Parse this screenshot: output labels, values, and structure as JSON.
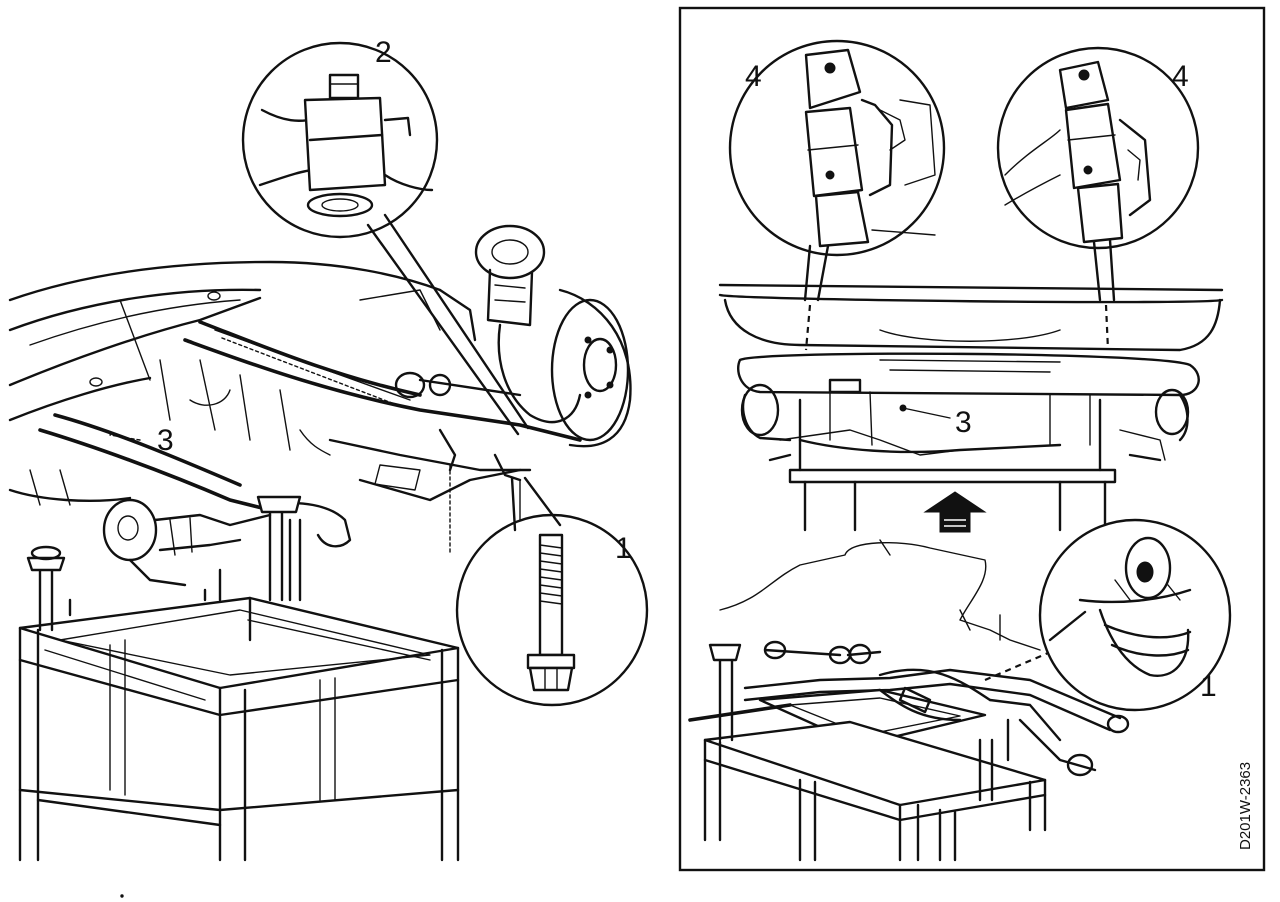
{
  "left_view": {
    "callouts": [
      "1",
      "2",
      "3"
    ]
  },
  "right_view": {
    "callouts": [
      "1",
      "3",
      "4",
      "4"
    ]
  },
  "figure_code": "D201W-2363",
  "icons": [
    "bolt-icon",
    "rubber-mount-icon",
    "support-bracket-icon",
    "up-arrow-icon"
  ]
}
